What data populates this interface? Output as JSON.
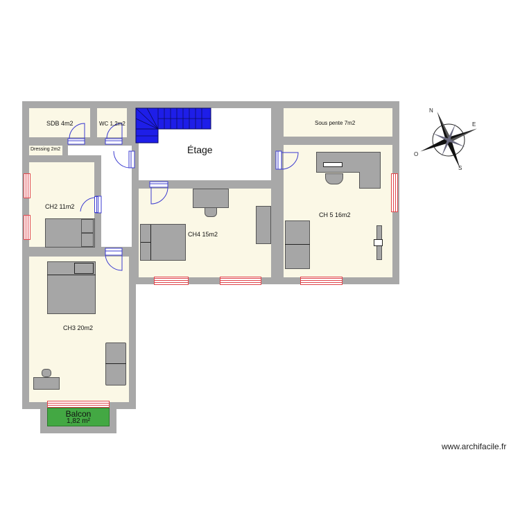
{
  "plan": {
    "level_label": "Étage",
    "watermark": "www.archifacile.fr"
  },
  "rooms": {
    "sdb": "SDB 4m2",
    "wc": "WC 1,2m2",
    "dressing": "Dressing 2m2",
    "sous_pente": "Sous pente 7m2",
    "ch2": "CH2  11m2",
    "ch3": "CH3  20m2",
    "ch4": "CH4  15m2",
    "ch5": "CH 5  16m2",
    "balcon_name": "Balcon",
    "balcon_area": "1,82 m²"
  },
  "compass": {
    "north": "N",
    "east": "E",
    "south": "S",
    "west": "O"
  },
  "colors": {
    "wall": "#a8a8a8",
    "floor": "#fbf8e6",
    "stairs": "#1e1ee8",
    "door": "#3b3bd0",
    "window": "#e0454b",
    "balcony": "#43a843",
    "furniture": "#a6a6a6"
  }
}
